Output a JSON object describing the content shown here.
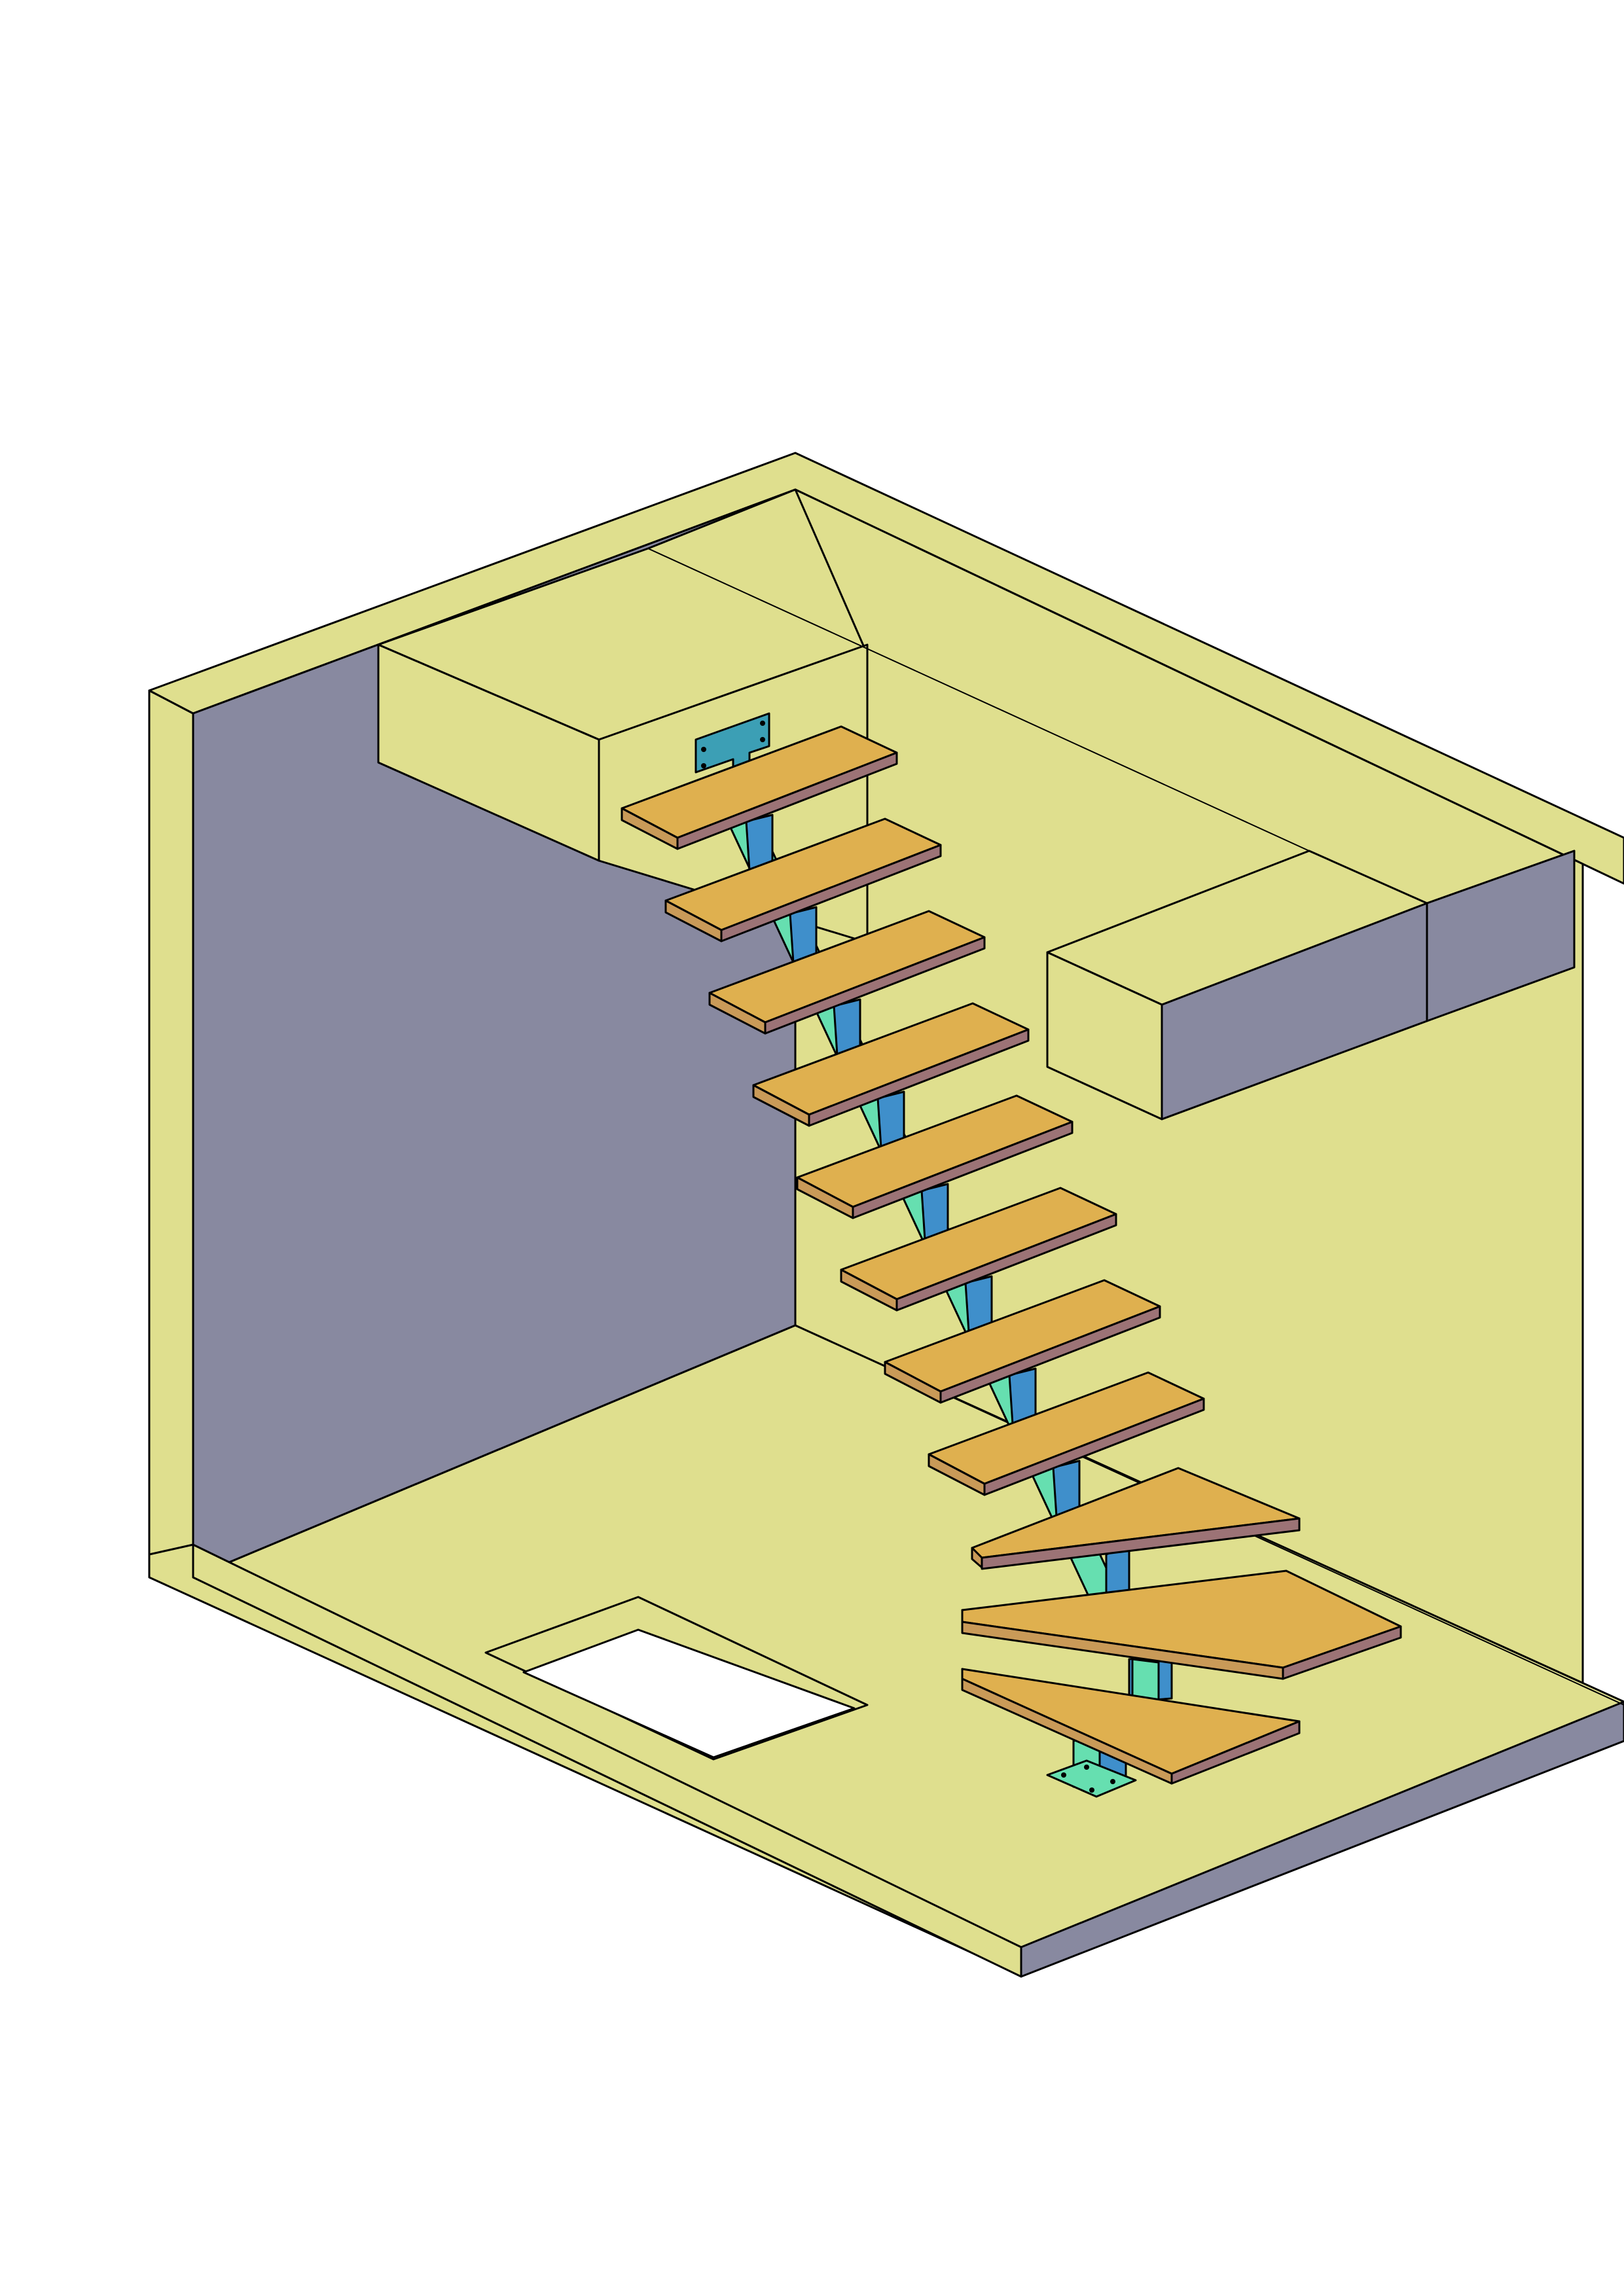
{
  "colors": {
    "wall_yellow": "#dfdf8e",
    "wall_shadow": "#8889a0",
    "tread_top": "#dfb04f",
    "tread_edge": "#9c7376",
    "tread_front": "#c99a58",
    "stringer_light": "#66dfb0",
    "stringer_blue": "#3f8fcb",
    "plate_teal": "#3c9fb5",
    "opening_white": "#ffffff",
    "line": "#000000"
  },
  "scene": {
    "treads": 11,
    "straight_treads": 8,
    "winder_treads": 3,
    "has_floor_opening": true,
    "has_upper_landing": true,
    "has_side_bench": true
  }
}
